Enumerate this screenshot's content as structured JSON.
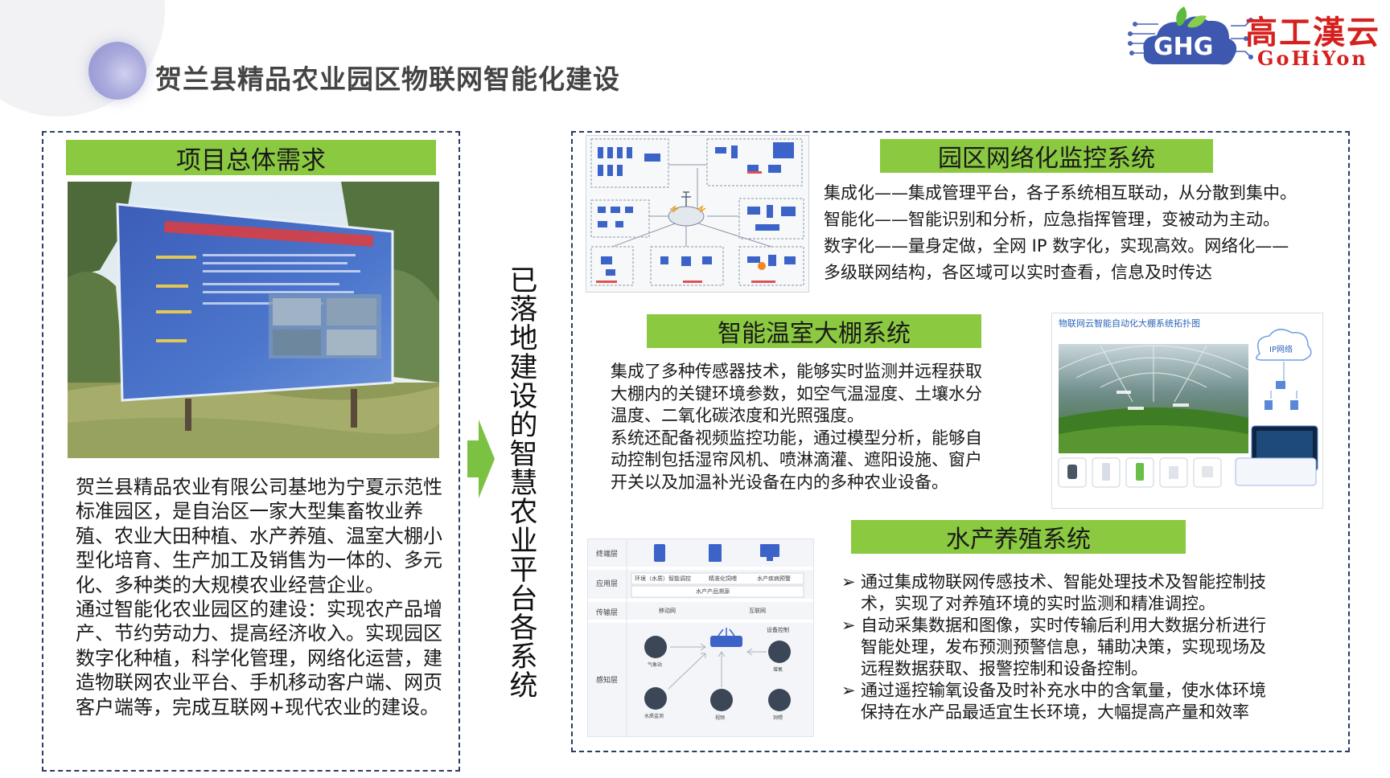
{
  "header": {
    "title": "贺兰县精品农业园区物联网智能化建设",
    "logo": {
      "name_cn": "高工漢云",
      "name_en": "GoHiYon",
      "mark": "GHG"
    }
  },
  "left": {
    "heading": "项目总体需求",
    "photo_alt": "贺兰县水产养殖园区 site billboard photo",
    "paragraph_1": "贺兰县精品农业有限公司基地为宁夏示范性标准园区，是自治区一家大型集畜牧业养殖、农业大田种植、水产养殖、温室大棚小型化培育、生产加工及销售为一体的、多元化、多种类的大规模农业经营企业。",
    "paragraph_2": "通过智能化农业园区的建设：实现农产品增产、节约劳动力、提高经济收入。实现园区数字化种植，科学化管理，网络化运营，建造物联网农业平台、手机移动客户端、网页客户端等，完成互联网+现代农业的建设。"
  },
  "middle": {
    "vertical_text": "已落地建设的智慧农业平台各系统"
  },
  "section1": {
    "heading": "园区网络化监控系统",
    "lines": [
      "集成化——集成管理平台，各子系统相互联动，从分散到集中。",
      "智能化——智能识别和分析，应急指挥管理，变被动为主动。",
      "数字化——量身定做，全网 IP 数字化，实现高效。网络化——",
      "多级联网结构，各区域可以实时查看，信息及时传达"
    ]
  },
  "section2": {
    "heading": "智能温室大棚系统",
    "lines": [
      "集成了多种传感器技术，能够实时监测并远程获取",
      "大棚内的关键环境参数，如空气温湿度、土壤水分",
      "温度、二氧化碳浓度和光照强度。",
      "系统还配备视频监控功能，通过模型分析，能够自",
      "动控制包括湿帘风机、喷淋滴灌、遮阳设施、窗户",
      "开关以及加温补光设备在内的多种农业设备。"
    ],
    "figure": {
      "title": "物联网云智能自动化大棚系统拓扑图",
      "cloud_label": "IP网络"
    }
  },
  "section3": {
    "heading": "水产养殖系统",
    "bullets": [
      {
        "marker": "➢",
        "lines": [
          "通过集成物联网传感技术、智能处理技术及智能控制技",
          "术，实现了对养殖环境的实时监测和精准调控。"
        ]
      },
      {
        "marker": "➢",
        "lines": [
          "自动采集数据和图像，实时传输后利用大数据分析进行",
          "智能处理，发布预测预警信息，辅助决策，实现现场及",
          "远程数据获取、报警控制和设备控制。"
        ]
      },
      {
        "marker": "➢",
        "lines": [
          "通过遥控输氧设备及时补充水中的含氧量，使水体环境",
          "保持在水产品最适宜生长环境，大幅提高产量和效率"
        ]
      }
    ],
    "figure": {
      "layers": [
        "终端层",
        "应用层",
        "传输层",
        "感知层"
      ],
      "app_items": [
        "环境（水质）智能调控",
        "精准化饲喂",
        "水产疾病预警"
      ],
      "app_platform": "水产产品溯源",
      "transport_items": [
        "移动网",
        "互联网"
      ],
      "device_label": "设备控制",
      "sensors": [
        "气象站",
        "水质监测",
        "视频",
        "增氧",
        "饲喂"
      ]
    }
  }
}
